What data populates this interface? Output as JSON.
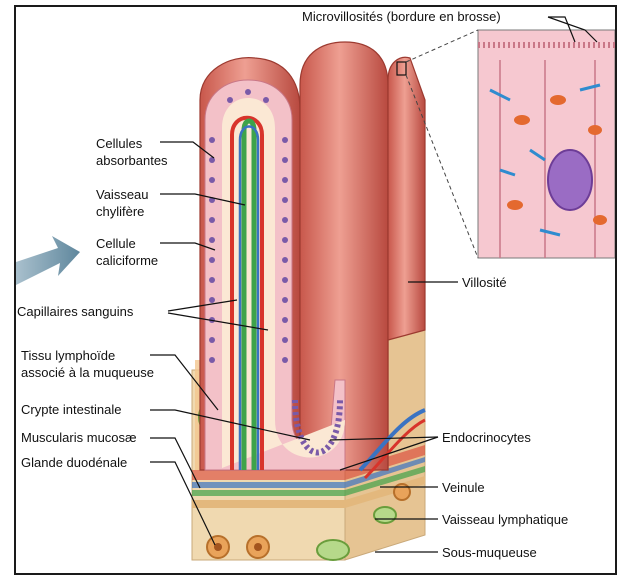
{
  "labels": {
    "microvilli": "Microvillosités (bordure en brosse)",
    "absorptive_1": "Cellules",
    "absorptive_2": "absorbantes",
    "lacteal_1": "Vaisseau",
    "lacteal_2": "chylifère",
    "goblet_1": "Cellule",
    "goblet_2": "caliciforme",
    "capillaries": "Capillaires sanguins",
    "malt_1": "Tissu lymphoïde",
    "malt_2": "associé à la muqueuse",
    "crypt": "Crypte intestinale",
    "muscularis": "Muscularis mucosæ",
    "duodenal": "Glande duodénale",
    "villus": "Villosité",
    "endocrine": "Endocrinocytes",
    "venule": "Veinule",
    "lymph": "Vaisseau lymphatique",
    "submucosa": "Sous-muqueuse"
  },
  "colors": {
    "mucosa": "#d9766a",
    "mucosa_dark": "#b8493f",
    "mucosa_light": "#ee9f92",
    "epithelium": "#f3c1c8",
    "nucleus": "#7a5aa8",
    "artery": "#d8342b",
    "vein": "#3a73c2",
    "lymph": "#3ea34a",
    "submucosa": "#f0d9b0",
    "arrow": "#6f93a8",
    "inset_bg": "#f6c8d0"
  }
}
